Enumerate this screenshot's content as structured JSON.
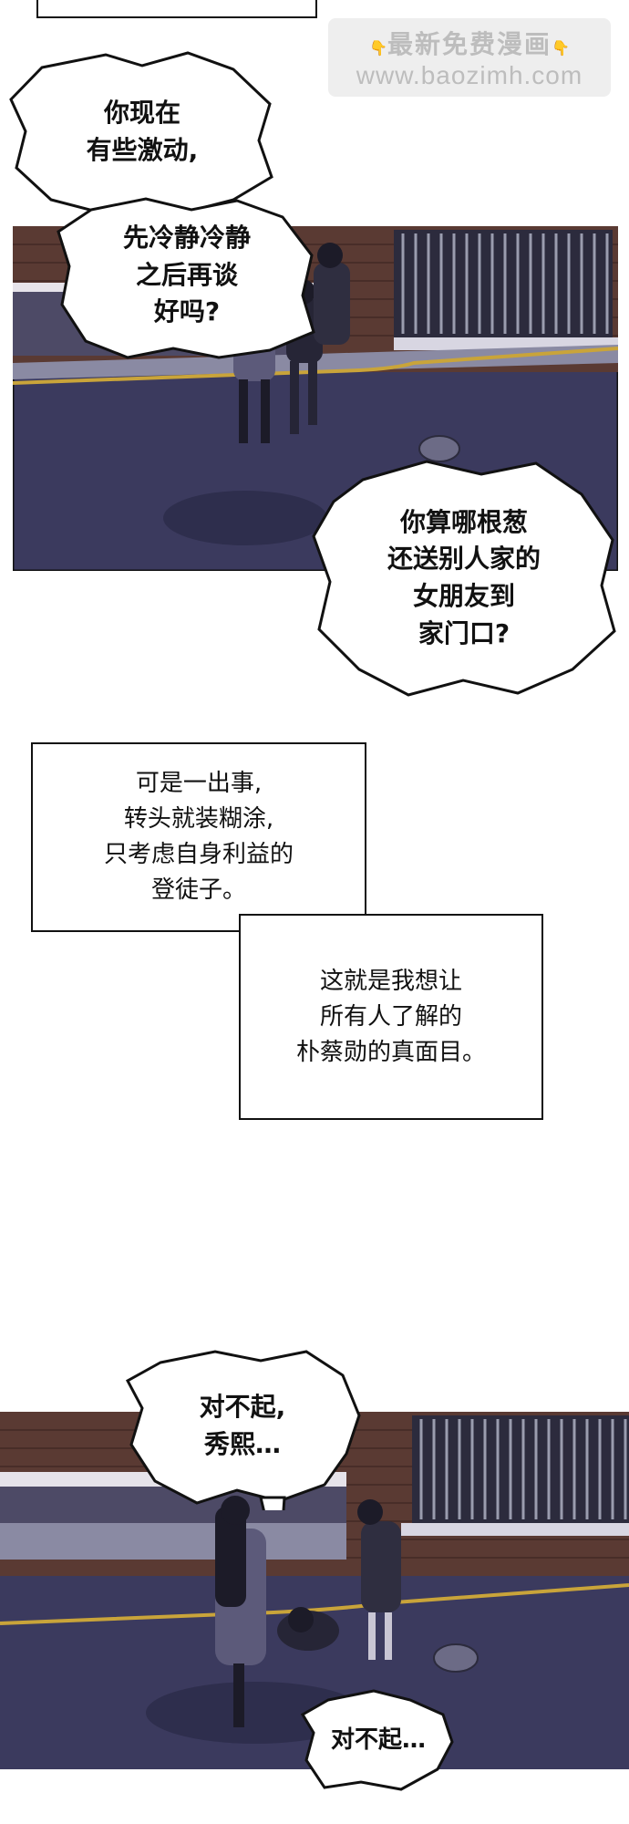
{
  "watermark": {
    "hand_left": "👇",
    "title": "最新免费漫画",
    "hand_right": "👇",
    "url": "www.baozimh.com"
  },
  "panel1": {
    "bubble_a": [
      "你现在",
      "有些激动,"
    ],
    "bubble_b": [
      "先冷静冷静",
      "之后再谈",
      "好吗?"
    ],
    "bubble_c": [
      "你算哪根葱",
      "还送别人家的",
      "女朋友到",
      "家门口?"
    ]
  },
  "captions": {
    "caption_a": [
      "可是一出事,",
      "转头就装糊涂,",
      "只考虑自身利益的",
      "登徒子。"
    ],
    "caption_b": [
      "这就是我想让",
      "所有人了解的",
      "朴蔡勋的真面目。"
    ]
  },
  "panel2": {
    "bubble_a": [
      "对不起,",
      "秀熙…"
    ],
    "bubble_b": [
      "对不起…"
    ]
  },
  "colors": {
    "street": "#3b3a5e",
    "brick": "#5a3a33",
    "line": "#c9a43a",
    "sky": "#2a2940"
  }
}
